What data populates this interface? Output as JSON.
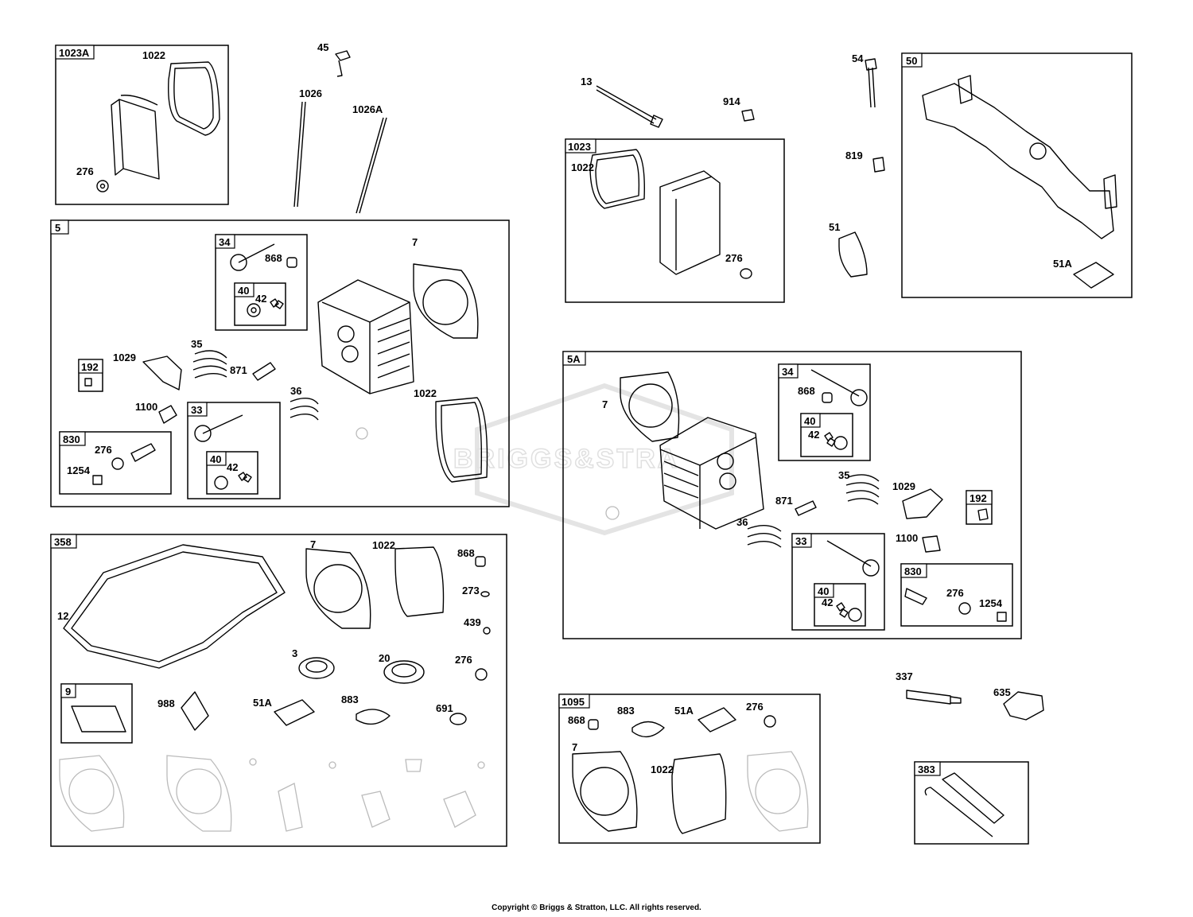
{
  "copyright": "Copyright © Briggs & Stratton, LLC. All rights reserved.",
  "watermark": "BRIGGS&STRA",
  "boxes": [
    {
      "id": "1023A"
    },
    {
      "id": "5"
    },
    {
      "id": "34"
    },
    {
      "id": "40"
    },
    {
      "id": "192"
    },
    {
      "id": "33"
    },
    {
      "id": "40"
    },
    {
      "id": "830"
    },
    {
      "id": "358"
    },
    {
      "id": "9"
    },
    {
      "id": "1023"
    },
    {
      "id": "50"
    },
    {
      "id": "5A"
    },
    {
      "id": "34"
    },
    {
      "id": "40"
    },
    {
      "id": "192"
    },
    {
      "id": "33"
    },
    {
      "id": "40"
    },
    {
      "id": "830"
    },
    {
      "id": "1095"
    },
    {
      "id": "383"
    }
  ],
  "labels": [
    "1022",
    "276",
    "45",
    "1026",
    "1026A",
    "868",
    "42",
    "7",
    "1029",
    "35",
    "871",
    "36",
    "1100",
    "42",
    "1022",
    "276",
    "1254",
    "12",
    "7",
    "1022",
    "868",
    "273",
    "439",
    "3",
    "20",
    "276",
    "988",
    "51A",
    "883",
    "691",
    "13",
    "914",
    "1022",
    "276",
    "54",
    "819",
    "51",
    "51A",
    "7",
    "868",
    "42",
    "35",
    "1029",
    "871",
    "36",
    "1100",
    "42",
    "276",
    "1254",
    "337",
    "635",
    "868",
    "883",
    "51A",
    "276",
    "7",
    "1022"
  ]
}
